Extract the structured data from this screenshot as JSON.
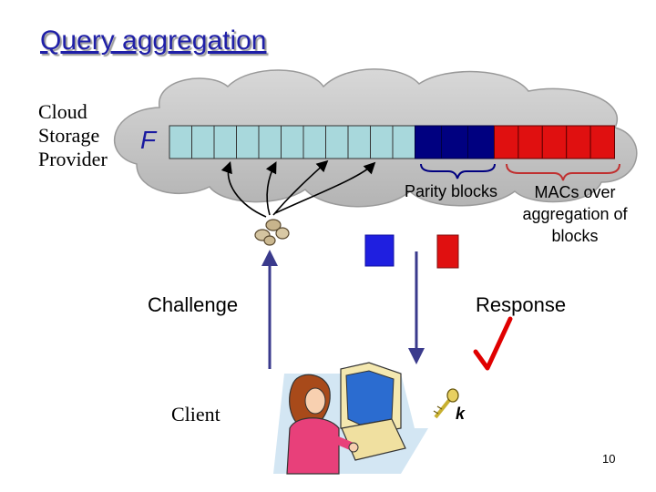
{
  "title": "Query aggregation",
  "provider_label": [
    "Cloud",
    "Storage",
    "Provider"
  ],
  "file_label": "F",
  "parity_label": "Parity blocks",
  "macs_label": [
    "MACs over",
    "aggregation of",
    "blocks"
  ],
  "challenge_label": "Challenge",
  "response_label": "Response",
  "client_label": "Client",
  "key_label": "k",
  "page_number": "10",
  "colors": {
    "data_block": "#a8d8dc",
    "parity_block": "#000080",
    "mac_block": "#e01010",
    "arrow": "#3a3a8c",
    "brace": "#c03030",
    "title": "#1f1fa8",
    "check": "#e00000"
  },
  "blocks": {
    "data_count": 11,
    "parity_count": 3,
    "mac_count": 5
  }
}
